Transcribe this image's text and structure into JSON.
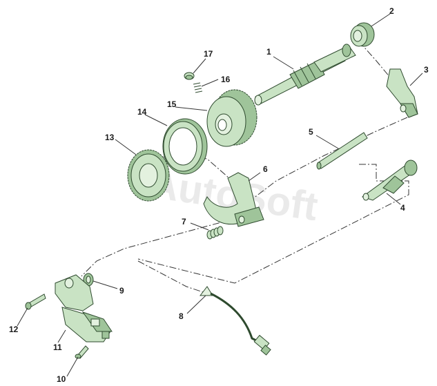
{
  "watermark": "AutoSoft",
  "colors": {
    "part_fill": "#c9e3c4",
    "part_shadow": "#9fc49a",
    "outline": "#2e4a2e",
    "callout": "#1a1a1a"
  },
  "callouts": [
    {
      "id": "1",
      "label": "1"
    },
    {
      "id": "2",
      "label": "2"
    },
    {
      "id": "3",
      "label": "3"
    },
    {
      "id": "4",
      "label": "4"
    },
    {
      "id": "5",
      "label": "5"
    },
    {
      "id": "6",
      "label": "6"
    },
    {
      "id": "7",
      "label": "7"
    },
    {
      "id": "8",
      "label": "8"
    },
    {
      "id": "9",
      "label": "9"
    },
    {
      "id": "10",
      "label": "10"
    },
    {
      "id": "11",
      "label": "11"
    },
    {
      "id": "12",
      "label": "12"
    },
    {
      "id": "13",
      "label": "13"
    },
    {
      "id": "14",
      "label": "14"
    },
    {
      "id": "15",
      "label": "15"
    },
    {
      "id": "16",
      "label": "16"
    },
    {
      "id": "17",
      "label": "17"
    }
  ]
}
